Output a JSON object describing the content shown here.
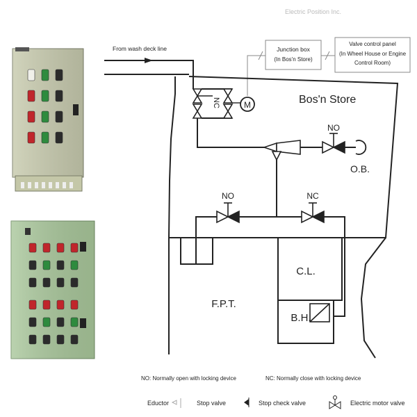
{
  "labels": {
    "header_faded": "Electric Position Inc.",
    "wash_deck": "From wash deck line",
    "junction_box_line1": "Junction box",
    "junction_box_line2": "(In Bos'n Store)",
    "valve_panel_line1": "Valve control panel",
    "valve_panel_line2": "(In Wheel House or Engine",
    "valve_panel_line3": "Control Room)",
    "bosn_store": "Bos'n Store",
    "nc_top": "NC",
    "motor": "M",
    "no_top": "NO",
    "ob": "O.B.",
    "no_mid": "NO",
    "nc_mid": "NC",
    "cl": "C.L.",
    "fpt": "F.P.T.",
    "bh": "B.H."
  },
  "legend": {
    "no_def": "NO: Normally open with locking device",
    "nc_def": "NC: Normally close with locking device",
    "eductor": "Eductor",
    "stop_valve": "Stop valve",
    "stop_check_valve": "Stop check valve",
    "electric_motor_valve": "Electric motor valve"
  },
  "colors": {
    "panel_top_body": "#c9ccb0",
    "panel_bottom_body": "#a9c79b",
    "lamp_red": "#c0262b",
    "lamp_green": "#2e8b3e",
    "lamp_dark": "#2b2b2b",
    "lamp_white": "#f0f0ea"
  }
}
